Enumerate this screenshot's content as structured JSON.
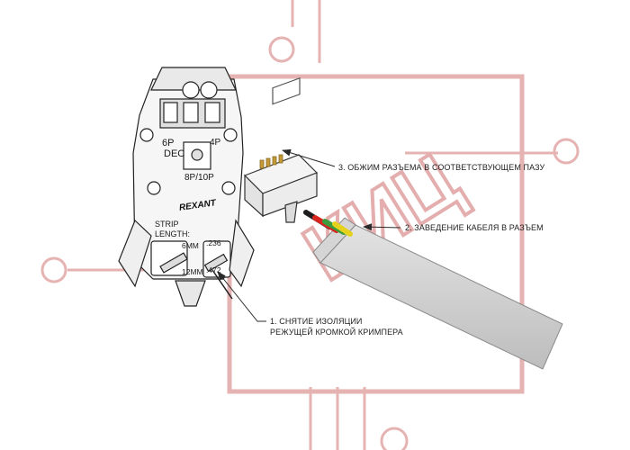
{
  "tool": {
    "brand": "REXANT",
    "label_6p": "6P",
    "label_dec": "DEC",
    "label_4p": "4P",
    "label_8p10p": "8P/10P",
    "strip": "STRIP",
    "length": "LENGTH:",
    "mm6": "6MM",
    "mm12": "12MM",
    "val236": ".236",
    "val472": ".472"
  },
  "callouts": {
    "step1_line1": "1. СНЯТИЕ ИЗОЛЯЦИИ",
    "step1_line2": "РЕЖУЩЕЙ КРОМКОЙ КРИМПЕРА",
    "step2": "2. ЗАВЕДЕНИЕ КАБЕЛЯ В РАЗЪЕМ",
    "step3": "3. ОБЖИМ РАЗЪЕМА В СООТВЕТСТВУЮЩЕМ ПАЗУ"
  },
  "watermark": {
    "text": "КИЦ",
    "color": "#e4aeae"
  },
  "colors": {
    "wire_red": "#d8261f",
    "wire_yellow": "#e6d21c",
    "wire_green": "#3c9b3c",
    "wire_black": "#1e1e1e",
    "cable_grey": "#cfcfcf",
    "line_dark": "#2a2a2a"
  }
}
